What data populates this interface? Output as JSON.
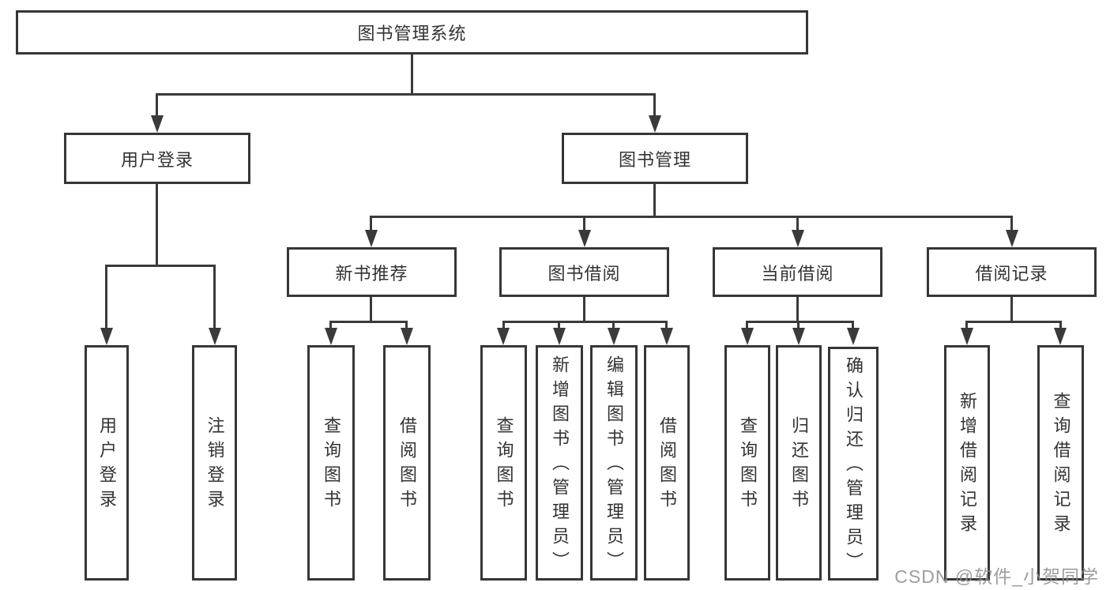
{
  "watermark": "CSDN @软件_小贺同学",
  "nodes": {
    "root": {
      "label": "图书管理系统"
    },
    "userLogin": {
      "label": "用户登录"
    },
    "bookMgmt": {
      "label": "图书管理"
    },
    "newBooks": {
      "label": "新书推荐"
    },
    "bookBorrow": {
      "label": "图书借阅"
    },
    "currentBorrow": {
      "label": "当前借阅"
    },
    "borrowRecords": {
      "label": "借阅记录"
    },
    "leaves": {
      "userLoginLeaf": "用户登录",
      "logoutLeaf": "注销登录",
      "queryBooksNew": "查询图书",
      "borrowBooksNew": "借阅图书",
      "queryBooksBorrow": "查询图书",
      "addBooksAdmin": "新增图书（管理员）",
      "editBooksAdmin": "编辑图书（管理员）",
      "borrowBooksBorrow": "借阅图书",
      "queryBooksCurrent": "查询图书",
      "returnBooks": "归还图书",
      "confirmReturnAdmin": "确认归还（管理员）",
      "addBorrowRecord": "新增借阅记录",
      "queryBorrowRecord": "查询借阅记录"
    }
  }
}
